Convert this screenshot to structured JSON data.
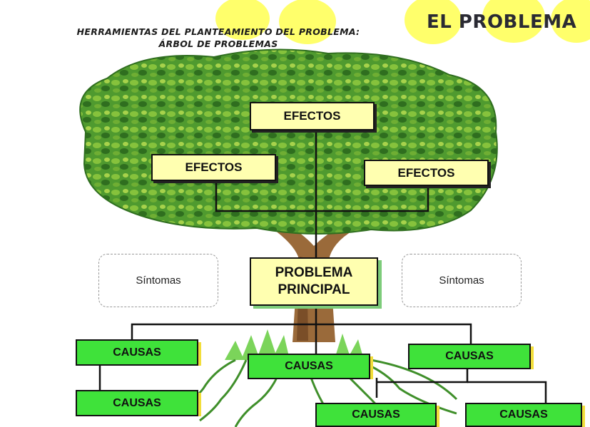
{
  "header": {
    "subtitle_line1": "HERRAMIENTAS DEL PLANTEAMIENTO DEL PROBLEMA:",
    "subtitle_line2": "ÁRBOL DE PROBLEMAS",
    "title": "EL PROBLEMA"
  },
  "tree": {
    "effects": {
      "top": "EFECTOS",
      "left": "EFECTOS",
      "right": "EFECTOS"
    },
    "main_problem": {
      "line1": "PROBLEMA",
      "line2": "PRINCIPAL"
    },
    "symptoms": {
      "left": "Síntomas",
      "right": "Síntomas"
    },
    "causes": {
      "upper_left": "CAUSAS",
      "lower_left": "CAUSAS",
      "center": "CAUSAS",
      "upper_right": "CAUSAS",
      "lower_center": "CAUSAS",
      "lower_right": "CAUSAS"
    }
  },
  "colors": {
    "effect_fill": "#ffffb0",
    "cause_fill": "#3fe23a",
    "foliage": "#3f8f2a",
    "trunk": "#9a6a3a",
    "decor_circles": "#ffff6b"
  }
}
